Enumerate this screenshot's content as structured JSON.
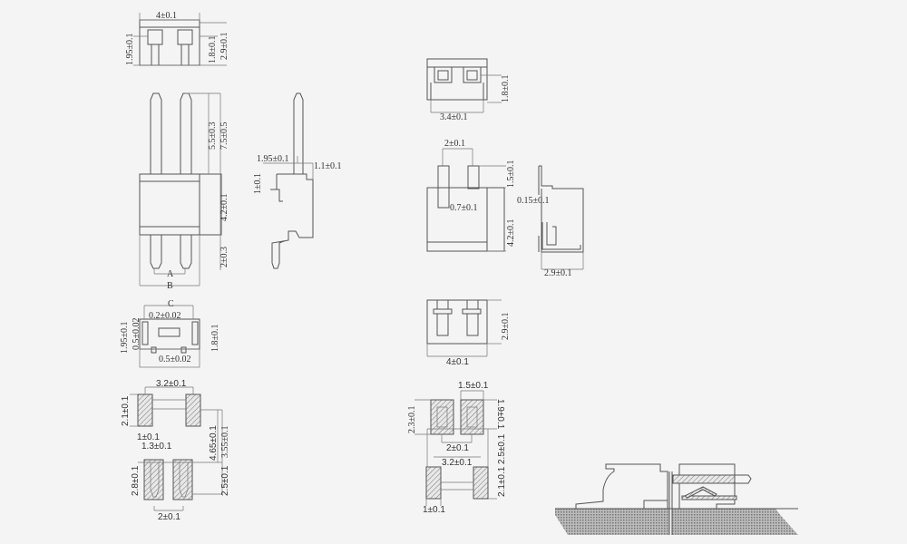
{
  "left_column": {
    "top_view": {
      "width": "4±0.1",
      "h1": "1.95±0.1",
      "h2": "1.8±0.1",
      "h3": "2.9±0.1"
    },
    "front_view": {
      "pin_above": "5.5±0.3",
      "pin_total": "7.5±0.5",
      "body_h": "4.2±0.1",
      "pin_below": "2±0.3",
      "dim_a": "A",
      "dim_b": "B"
    },
    "side_view": {
      "d1": "1.95±0.1",
      "d2": "1.1±0.1",
      "d3": "1±0.1"
    },
    "bottom_view": {
      "dim_c": "C",
      "d1": "0.2±0.02",
      "d2": "0.5±0.02",
      "d3": "1.95±0.1",
      "d4": "1.8±0.1",
      "d5": "0.5±0.02"
    },
    "footprint": {
      "d1": "3.2±0.1",
      "d2": "2.1±0.1",
      "d3": "1±0.1",
      "d4": "1.3±0.1",
      "d5": "4.65±0.1",
      "d6": "3.55±0.1",
      "d7": "2.8±0.1",
      "d8": "2.5±0.1",
      "d9": "2±0.1"
    }
  },
  "right_column": {
    "top_view": {
      "width": "3.4±0.1",
      "h": "1.8±0.1"
    },
    "front_view": {
      "pitch": "2±0.1",
      "pin_h": "1.5±0.1",
      "pin_w": "0.7±0.1",
      "body_h": "4.2±0.1"
    },
    "side_view": {
      "t": "0.15±0.1",
      "w": "2.9±0.1"
    },
    "bottom_view": {
      "h": "2.9±0.1",
      "w": "4±0.1"
    },
    "footprint": {
      "d1": "1.5±0.1",
      "d2": "2.3±0.1",
      "d3": "1.9±0.1",
      "d4": "2±0.1",
      "d5": "2.5±0.1",
      "d6": "3.2±0.1",
      "d7": "2.1±0.1",
      "d8": "1±0.1"
    }
  }
}
